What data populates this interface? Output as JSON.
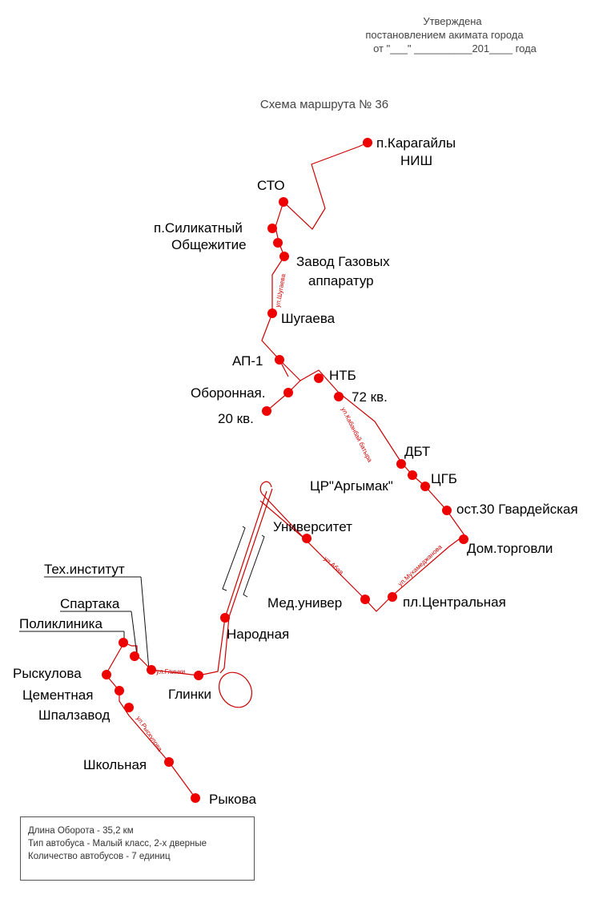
{
  "header": {
    "line1": "Утверждена",
    "line2": "постановлением акимата города",
    "line3": "от  \"___\" __________201____ года"
  },
  "title": "Схема маршрута № 36",
  "stops": [
    {
      "id": "karagaily",
      "label": "п.Карагайлы",
      "label2": "НИШ"
    },
    {
      "id": "sto",
      "label": "СТО"
    },
    {
      "id": "silikatny",
      "label": "п.Силикатный"
    },
    {
      "id": "obshchezhitie",
      "label": "Общежитие"
    },
    {
      "id": "zavod",
      "label": "Завод Газовых",
      "label2": "аппаратур"
    },
    {
      "id": "shugaeva",
      "label": "Шугаева"
    },
    {
      "id": "ap1",
      "label": "АП-1"
    },
    {
      "id": "ntb",
      "label": "НТБ"
    },
    {
      "id": "oboronnaya",
      "label": "Оборонная."
    },
    {
      "id": "kv72",
      "label": "72 кв."
    },
    {
      "id": "kv20",
      "label": "20 кв."
    },
    {
      "id": "dbt",
      "label": "ДБТ"
    },
    {
      "id": "cgb",
      "label": "ЦГБ"
    },
    {
      "id": "argymak",
      "label": "ЦР\"Аргымак\""
    },
    {
      "id": "gvardeyskaya",
      "label": "ост.30 Гвардейская"
    },
    {
      "id": "universitet",
      "label": "Университет"
    },
    {
      "id": "domtorgovli",
      "label": "Дом.торговли"
    },
    {
      "id": "medunivr",
      "label": "Мед.универ"
    },
    {
      "id": "plcentr",
      "label": "пл.Центральная"
    },
    {
      "id": "narodnaya",
      "label": "Народная"
    },
    {
      "id": "glinki",
      "label": "Глинки"
    },
    {
      "id": "tehinst",
      "label": "Тех.институт"
    },
    {
      "id": "spartaka",
      "label": "Спартака"
    },
    {
      "id": "poliklinika",
      "label": "Поликлиника"
    },
    {
      "id": "ryskulova",
      "label": "Рыскулова"
    },
    {
      "id": "cementnaya",
      "label": "Цементная"
    },
    {
      "id": "shpalzavod",
      "label": "Шпалзавод"
    },
    {
      "id": "shkolnaya",
      "label": "Школьная"
    },
    {
      "id": "rykova",
      "label": "Рыкова"
    }
  ],
  "streets": {
    "shugaeva": "ул.Шугаева",
    "kabanbay": "ул.Кабанбай батыра",
    "abaya": "ул.Абая",
    "mukhamedzhanova": "ул.Мухамеджанова",
    "glinki": "ул.Глинки",
    "ryskulova": "ул.Рыскулова"
  },
  "info": {
    "length": "Длина Оборота - 35,2 км",
    "bus_type": "Тип автобуса - Малый класс, 2-х дверные",
    "bus_count": "Количество автобусов - 7 единиц"
  },
  "colors": {
    "route": "#cc0000",
    "stop": "#ee0000",
    "text": "#000000",
    "header_text": "#444444"
  }
}
